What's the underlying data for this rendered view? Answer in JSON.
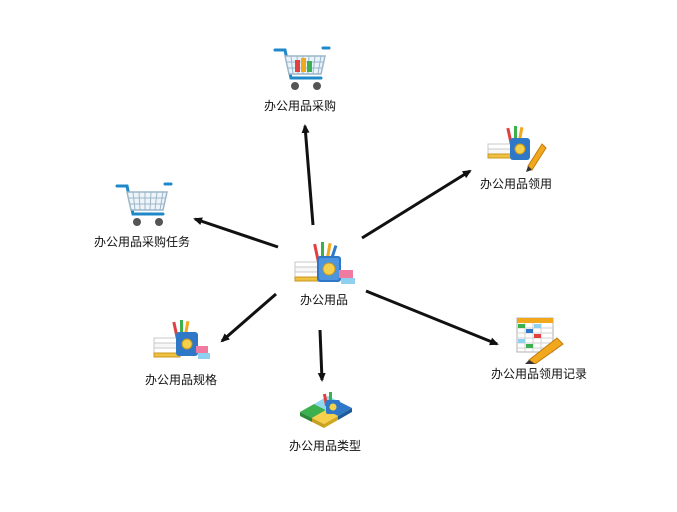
{
  "center": {
    "label": "办公用品",
    "icon": "office-supplies-icon"
  },
  "nodes": {
    "purchase": {
      "label": "办公用品采购",
      "icon": "shopping-cart-icon"
    },
    "receive": {
      "label": "办公用品领用",
      "icon": "office-supplies-receive-icon"
    },
    "purchase_task": {
      "label": "办公用品采购任务",
      "icon": "shopping-cart-icon"
    },
    "spec": {
      "label": "办公用品规格",
      "icon": "office-supplies-spec-icon"
    },
    "type": {
      "label": "办公用品类型",
      "icon": "puzzle-supplies-icon"
    },
    "receive_record": {
      "label": "办公用品领用记录",
      "icon": "spreadsheet-pencil-icon"
    }
  },
  "colors": {
    "arrow": "#111111",
    "cart": "#1e88c8",
    "pencil": "#f2a81d",
    "cup": "#2f78c8"
  }
}
